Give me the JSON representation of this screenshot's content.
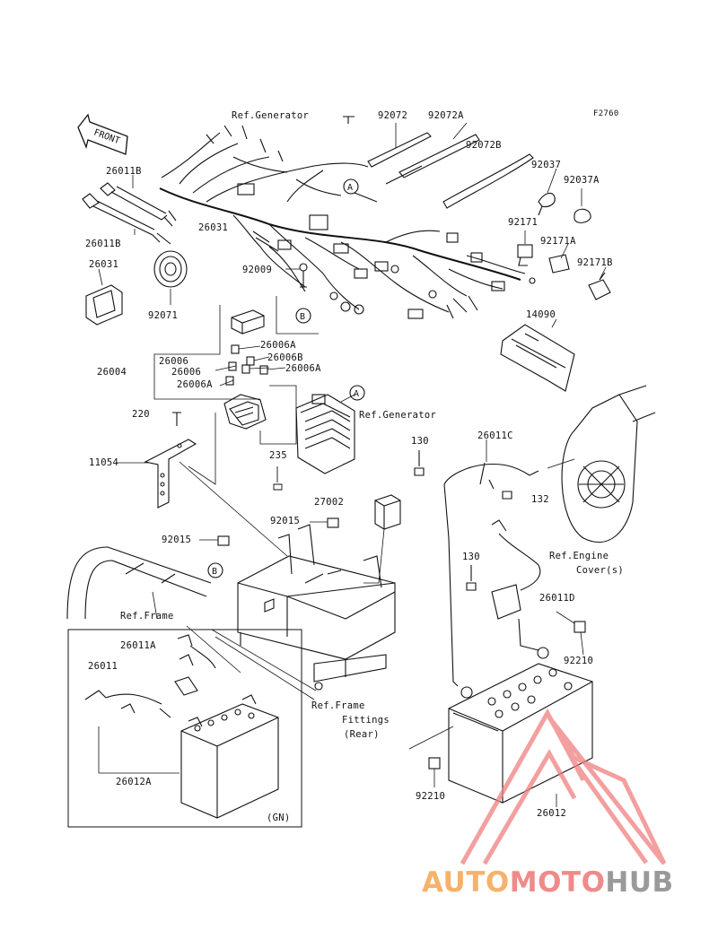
{
  "figure_code": "F2760",
  "front_label": "FRONT",
  "labels": {
    "ref_generator_top": "Ref.Generator",
    "p92072": "92072",
    "p92072A": "92072A",
    "p92072B": "92072B",
    "p92037": "92037",
    "p92037A": "92037A",
    "p26011B_top": "26011B",
    "p26011B_bot": "26011B",
    "p26031_a": "26031",
    "p26031_b": "26031",
    "p92171": "92171",
    "p92171A": "92171A",
    "p92171B": "92171B",
    "p92009": "92009",
    "p92071": "92071",
    "p14090": "14090",
    "p26006": "26006",
    "p26006_b": "26006",
    "p26006A_1": "26006A",
    "p26006B": "26006B",
    "p26006A_2": "26006A",
    "p26006A_3": "26006A",
    "p26004": "26004",
    "p220": "220",
    "ref_generator_mid": "Ref.Generator",
    "p11054": "11054",
    "p235": "235",
    "p130_a": "130",
    "p26011C": "26011C",
    "p132": "132",
    "p27002": "27002",
    "p92015_a": "92015",
    "p92015_b": "92015",
    "ref_engine_cover_1": "Ref.Engine",
    "ref_engine_cover_2": "Cover(s)",
    "p130_b": "130",
    "p26011D": "26011D",
    "ref_frame": "Ref.Frame",
    "p26011A": "26011A",
    "p92210_a": "92210",
    "p26011": "26011",
    "ref_frame_fittings_1": "Ref.Frame",
    "ref_frame_fittings_2": "Fittings",
    "ref_frame_fittings_3": "(Rear)",
    "p26012A": "26012A",
    "p92210_b": "92210",
    "p26012": "26012",
    "gn": "(GN)"
  },
  "callouts": {
    "a": "A",
    "b": "B"
  },
  "watermark": {
    "part1": "AUTO",
    "part2": "MOTO",
    "part3": "HUB"
  },
  "colors": {
    "ink": "#111111",
    "watermark_red": "#f08080",
    "watermark_orange": "#f6b26b",
    "watermark_gray": "#9a9a9a"
  }
}
